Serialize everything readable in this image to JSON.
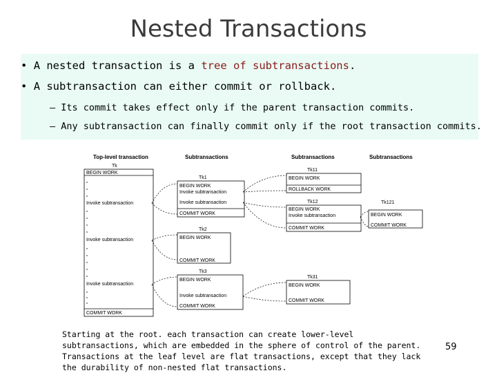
{
  "slide": {
    "title": "Nested Transactions",
    "bullets": [
      {
        "prefix": "A nested transaction is a ",
        "highlight": "tree of subtransactions",
        "suffix": "."
      },
      {
        "text": "A subtransaction can either commit or rollback."
      }
    ],
    "subbullets": [
      "Its commit takes effect only if the parent transaction commits.",
      "Any subtransaction can finally commit only if the root transaction commits."
    ],
    "caption": "Starting at the root. each transaction can create lower-level subtransactions, which are embedded in the sphere of control of the parent.  Transactions at the leaf level are flat transactions, except that they lack the durability of non-nested flat transactions.",
    "page_number": "59"
  },
  "diagram": {
    "headers": [
      "Top-level transaction",
      "Subtransactions",
      "Subtransactions",
      "Subtransactions"
    ],
    "tk": {
      "name": "Tk",
      "lines": [
        "BEGIN WORK",
        "Invoke subtransaction",
        "Invoke subtransaction",
        "Invoke subtransaction",
        "COMMIT WORK"
      ]
    },
    "tk1": {
      "name": "Tk1",
      "lines": [
        "BEGIN WORK",
        "Invoke subtransaction",
        "Invoke subtransaction",
        "COMMIT WORK"
      ]
    },
    "tk2": {
      "name": "Tk2",
      "lines": [
        "BEGIN WORK",
        "COMMIT WORK"
      ]
    },
    "tk3": {
      "name": "Tk3",
      "lines": [
        "BEGIN WORK",
        "Invoke subtransaction",
        "COMMIT WORK"
      ]
    },
    "tk11": {
      "name": "Tk11",
      "lines": [
        "BEGIN WORK",
        "ROLLBACK WORK"
      ]
    },
    "tk12": {
      "name": "Tk12",
      "lines": [
        "BEGIN WORK",
        "Invoke subtransaction",
        "COMMIT WORK"
      ]
    },
    "tk31": {
      "name": "Tk31",
      "lines": [
        "BEGIN WORK",
        "COMMIT WORK"
      ]
    },
    "tk121": {
      "name": "Tk121",
      "lines": [
        "BEGIN WORK",
        "COMMIT WORK"
      ]
    }
  }
}
